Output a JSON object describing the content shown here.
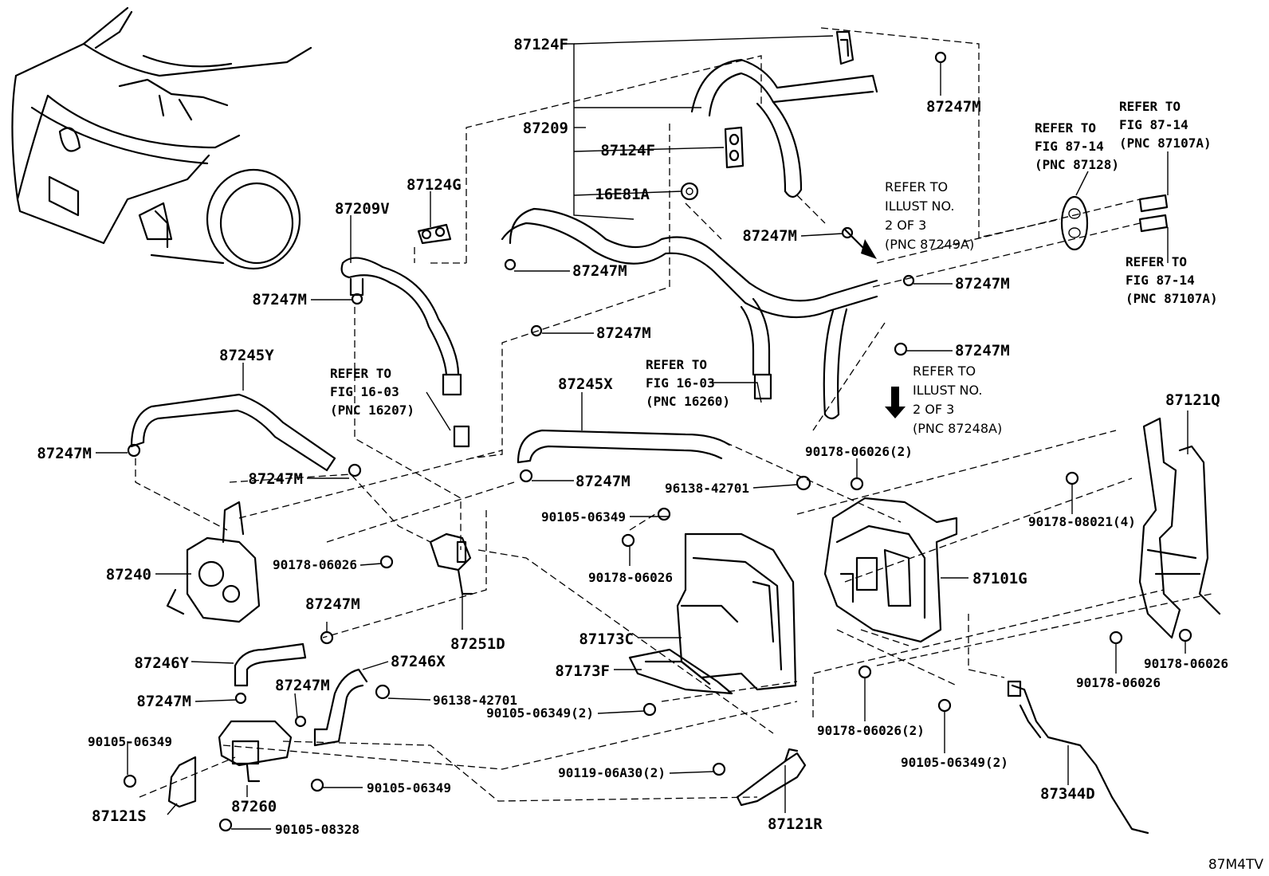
{
  "diagram_code": "87M4TV",
  "labels": {
    "l_87124F_a": "87124F",
    "l_87209": "87209",
    "l_87124F_b": "87124F",
    "l_16E81A": "16E81A",
    "l_87247M_tr": "87247M",
    "l_87247M_mid": "87247M",
    "l_87124G": "87124G",
    "l_87209V": "87209V",
    "l_87247M_v": "87247M",
    "l_87247M_c1": "87247M",
    "l_87247M_c2": "87247M",
    "l_87245Y": "87245Y",
    "l_87245X": "87245X",
    "l_87247M_r1": "87247M",
    "l_87247M_r2": "87247M",
    "l_87247M_left": "87247M",
    "l_87247M_l2": "87247M",
    "l_87247M_x": "87247M",
    "l_87240": "87240",
    "l_90178_06026_a": "90178-06026",
    "l_87251D": "87251D",
    "l_87247M_p": "87247M",
    "l_87246Y": "87246Y",
    "l_87246X": "87246X",
    "l_87247M_q": "87247M",
    "l_87247M_w": "87247M",
    "l_96138_42701_a": "96138-42701",
    "l_90105_06349_a": "90105-06349",
    "l_90105_06349_b": "90105-06349",
    "l_87260": "87260",
    "l_87121S": "87121S",
    "l_90105_08328": "90105-08328",
    "l_96138_42701_b": "96138-42701",
    "l_90105_06349_c": "90105-06349",
    "l_90178_06026_b": "90178-06026",
    "l_87173C": "87173C",
    "l_87173F": "87173F",
    "l_90105_06349_2a": "90105-06349(2)",
    "l_90178_06026_2": "90178-06026(2)",
    "l_87101G": "87101G",
    "l_90178_06026_2b": "90178-06026(2)",
    "l_90105_06349_2b": "90105-06349(2)",
    "l_90119_06A30_2": "90119-06A30(2)",
    "l_87121R": "87121R",
    "l_87121Q": "87121Q",
    "l_90178_08021_4": "90178-08021(4)",
    "l_90178_06026_c": "90178-06026",
    "l_90178_06026_d": "90178-06026",
    "l_87344D": "87344D"
  },
  "refs": {
    "fig1603_a": [
      "REFER TO",
      "FIG 16-03",
      "(PNC 16207)"
    ],
    "fig1603_b": [
      "REFER TO",
      "FIG 16-03",
      "(PNC 16260)"
    ],
    "illust_87249A": [
      "REFER TO",
      "ILLUST NO.",
      "2 OF 3",
      "(PNC 87249A)"
    ],
    "illust_87248A": [
      "REFER TO",
      "ILLUST NO.",
      "2 OF 3",
      "(PNC 87248A)"
    ],
    "fig8714_87128": [
      "REFER TO",
      "FIG 87-14",
      "(PNC 87128)"
    ],
    "fig8714_87107A_top": [
      "REFER TO",
      "FIG 87-14",
      "(PNC 87107A)"
    ],
    "fig8714_87107A_bot": [
      "REFER TO",
      "FIG 87-14",
      "(PNC 87107A)"
    ]
  }
}
